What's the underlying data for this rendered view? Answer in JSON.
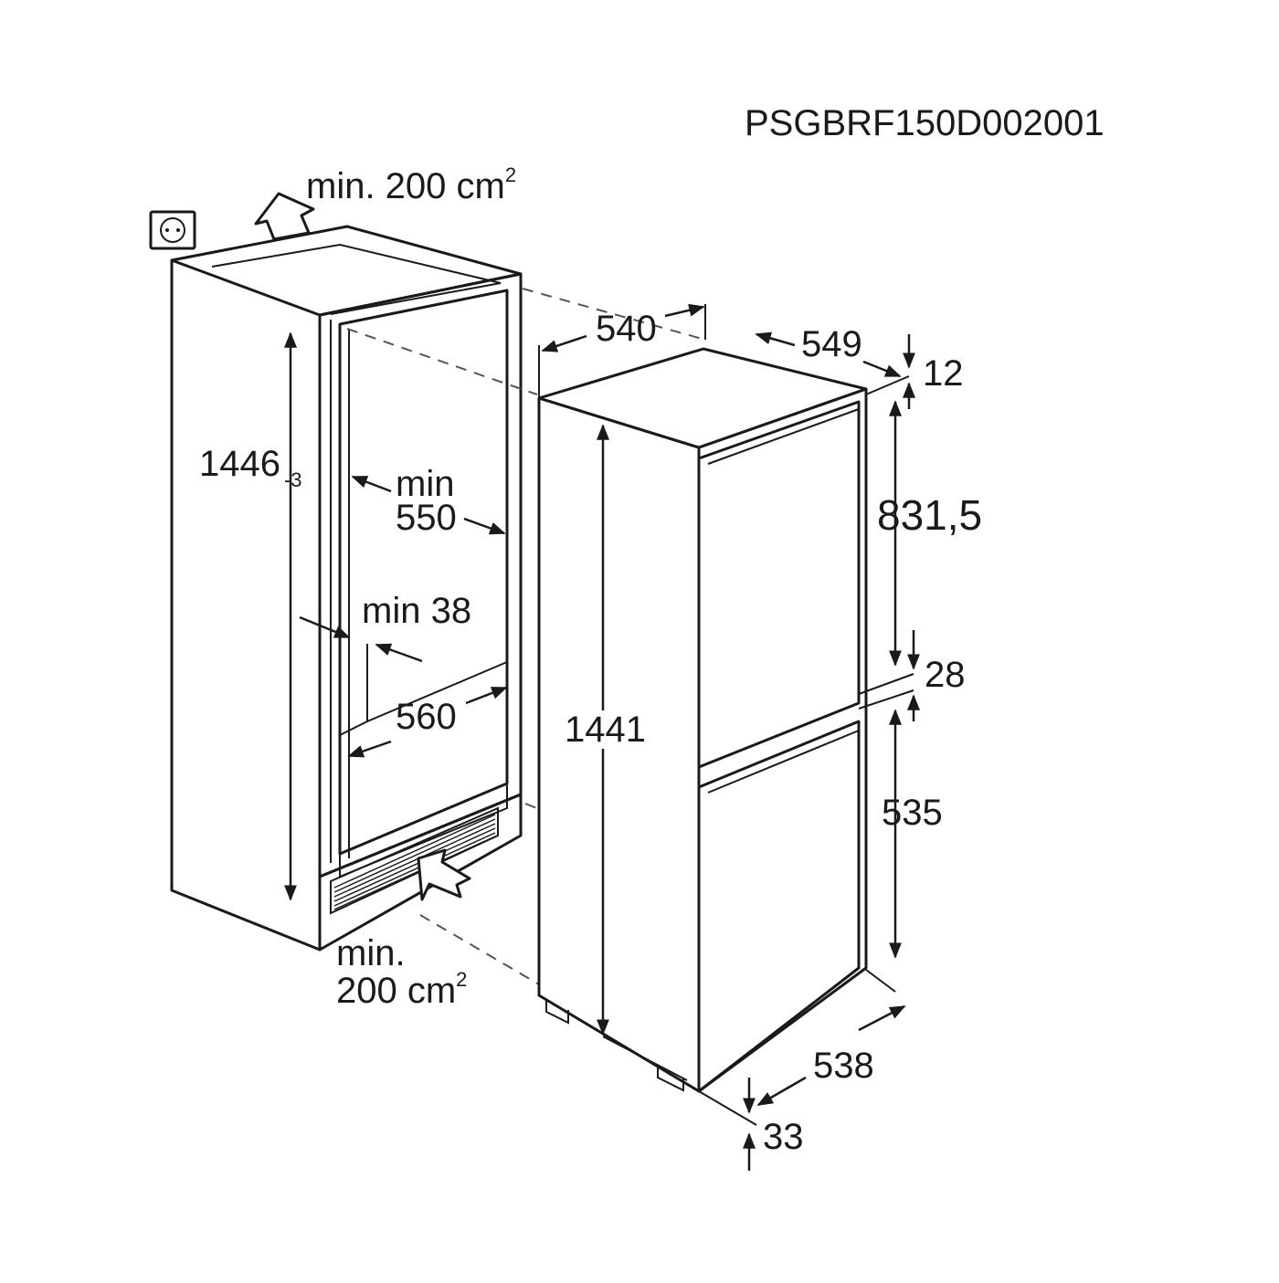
{
  "model_code": "PSGBRF150D002001",
  "icons": {
    "socket": "power-socket-icon",
    "air_up": "airflow-up-arrow-icon",
    "air_in": "airflow-in-arrow-icon"
  },
  "niche": {
    "vent_top_value": "min. 200 cm",
    "vent_top_exp": "2",
    "height": "1446",
    "height_tolerance": "-3",
    "depth_min_label": "min",
    "depth_min_value": "550",
    "clearance_label": "min 38",
    "width": "560",
    "vent_bottom_line1": "min.",
    "vent_bottom_value": "200 cm",
    "vent_bottom_exp": "2"
  },
  "appliance": {
    "width": "540",
    "depth": "549",
    "top_gap": "12",
    "upper_door_height": "831,5",
    "door_gap": "28",
    "lower_door_height": "535",
    "height": "1441",
    "door_width": "538",
    "bottom_gap": "33"
  }
}
